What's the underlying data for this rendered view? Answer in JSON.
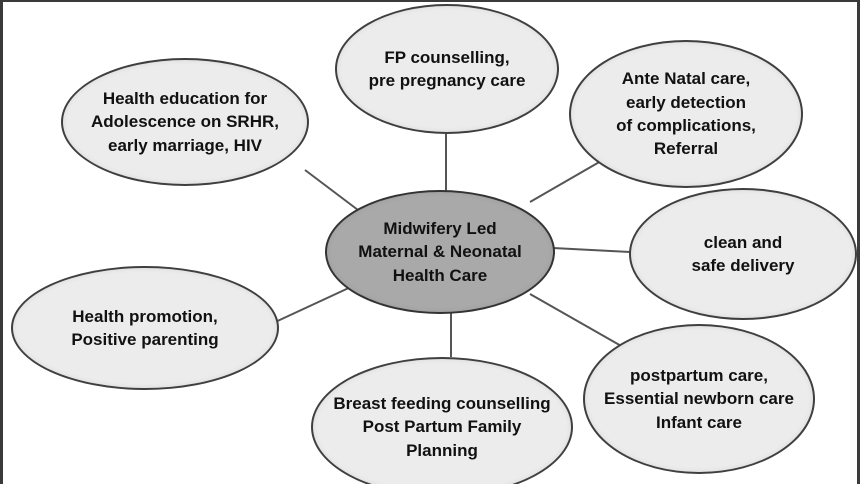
{
  "center": {
    "text": "Midwifery Led\nMaternal & Neonatal\nHealth Care"
  },
  "nodes": {
    "fp_counselling": "FP counselling,\npre pregnancy care",
    "antenatal_care": "Ante Natal care,\nearly detection\nof complications,\nReferral",
    "safe_delivery": "clean and\nsafe delivery",
    "postpartum_care": "postpartum care,\nEssential newborn care\nInfant care",
    "breast_feeding": "Breast feeding counselling\nPost Partum Family\nPlanning",
    "health_promotion": "Health promotion,\nPositive parenting",
    "adolescent_education": "Health education for\nAdolescence on SRHR,\nearly marriage, HIV"
  },
  "colors": {
    "center_fill": "#a9a9a9",
    "node_fill": "#ececec",
    "outline": "#3f3f3f",
    "connector": "#555555"
  }
}
